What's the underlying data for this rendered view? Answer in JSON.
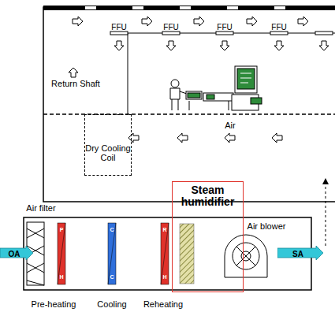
{
  "diagram": {
    "nodes": [
      {
        "text": [
          "Dry Cooling Coil"
        ]
      },
      {
        "text": [
          "Steam humidifier"
        ]
      },
      {
        "text": [
          "OA"
        ]
      },
      {
        "text": [
          "SA"
        ]
      }
    ],
    "labels": [
      "FFU",
      "FFU",
      "FFU",
      "FFU",
      "Return Shaft",
      "Air",
      "Air filter",
      "Air blower",
      "Pre-heating",
      "Cooling",
      "Reheating",
      "P",
      "H",
      "C",
      "C",
      "R",
      "H"
    ]
  }
}
